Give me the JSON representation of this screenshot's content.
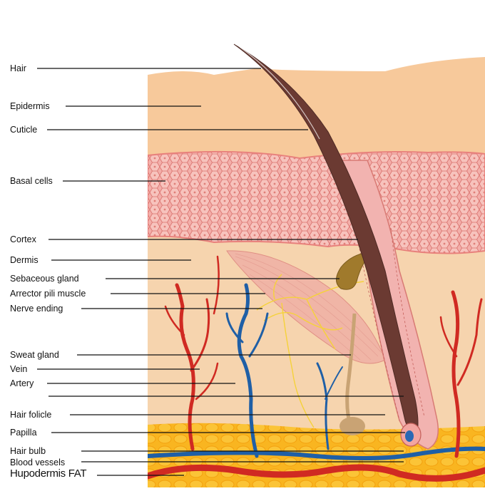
{
  "labels": {
    "hair": "Hair",
    "epidermis": "Epidermis",
    "cuticle": "Cuticle",
    "basal_cells": "Basal cells",
    "cortex": "Cortex",
    "dermis": "Dermis",
    "sebaceous_gland": "Sebaceous gland",
    "arrector_pili_muscle": "Arrector pili muscle",
    "nerve_ending": "Nerve ending",
    "sweat_gland": "Sweat gland",
    "vein": "Vein",
    "artery": "Artery",
    "hair_folicle": "Hair folicle",
    "papilla": "Papilla",
    "hair_bulb": "Hair bulb",
    "blood_vessels": "Blood vessels",
    "hypodermis_fat": "Hupodermis FAT"
  },
  "colors": {
    "epidermis": "#f7c99b",
    "basal_layer": "#f2a8a4",
    "dermis": "#f6d4ae",
    "fat": "#f9b81e",
    "hair_shaft": "#6b3a32",
    "follicle_sheath": "#f2b3b0",
    "artery": "#d02a22",
    "vein": "#1f5fa6",
    "nerve": "#f5d23a",
    "muscle": "#f0b5a6",
    "gland": "#a07a2c"
  }
}
